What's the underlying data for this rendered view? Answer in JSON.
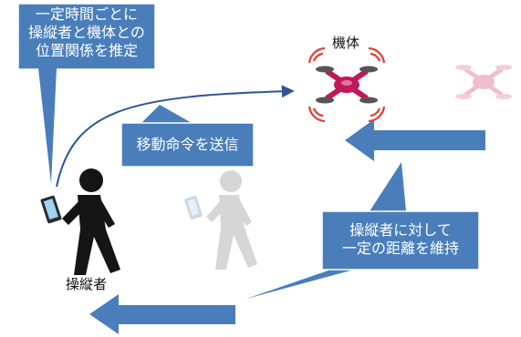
{
  "labels": {
    "estimate_line1": "一定時間ごとに",
    "estimate_line2": "操縦者と機体との",
    "estimate_line3": "位置関係を推定",
    "send_command": "移動命令を送信",
    "maintain_line1": "操縦者に対して",
    "maintain_line2": "一定の距離を維持",
    "drone": "機体",
    "operator": "操縦者"
  },
  "colors": {
    "callout_fill": "#4a7ebb",
    "arrow_fill": "#4a7ebb",
    "drone_body": "#c2185b",
    "drone_ghost": "#f0b8c8",
    "signal_red": "#e53935",
    "person_dark": "#151515",
    "person_ghost": "#d6d6d6",
    "phone_screen": "#9fd3f2"
  },
  "icons": {
    "drone": "quadcopter-drone-icon",
    "operator": "walking-person-with-phone-icon"
  }
}
